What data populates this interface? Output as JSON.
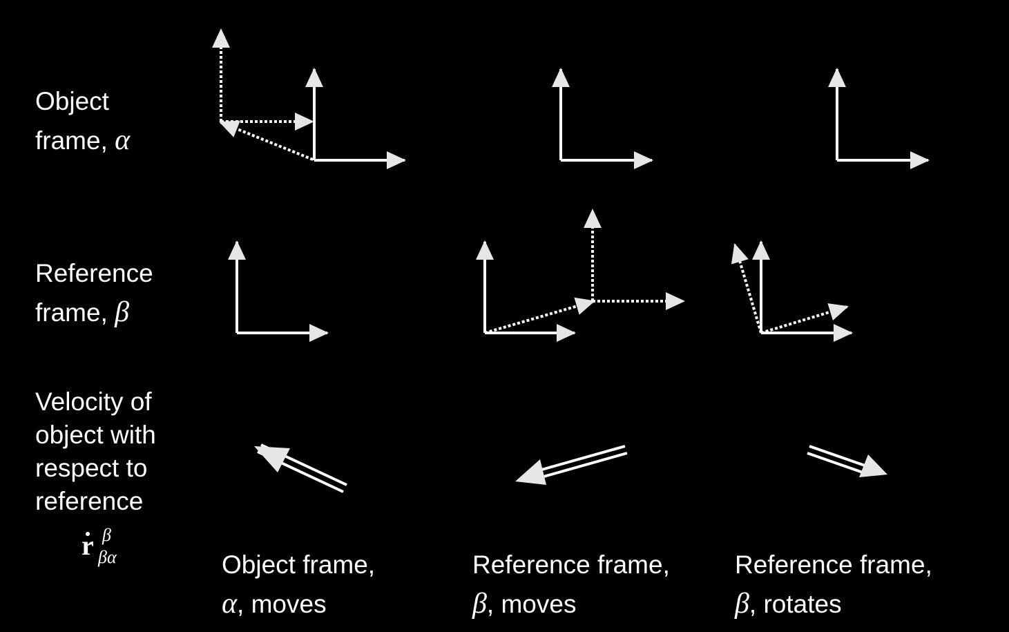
{
  "rows": {
    "object_frame": {
      "line1": "Object",
      "line2": "frame,",
      "symbol": "α"
    },
    "reference_frame": {
      "line1": "Reference",
      "line2": "frame,",
      "symbol": "β"
    },
    "velocity": {
      "lines": [
        "Velocity of",
        "object with",
        "respect to",
        "reference"
      ],
      "symbol_base": "r",
      "symbol_sup": "β",
      "symbol_sub": "βα"
    }
  },
  "columns": [
    {
      "line1": "Object frame,",
      "symbol": "α",
      "rest": ", moves"
    },
    {
      "line1": "Reference frame,",
      "symbol": "β",
      "rest": ", moves"
    },
    {
      "line1": "Reference frame,",
      "symbol": "β",
      "rest": ", rotates"
    }
  ],
  "colors": {
    "background": "#000000",
    "stroke": "#ffffff",
    "arrow_fill": "#e6e6e6"
  }
}
